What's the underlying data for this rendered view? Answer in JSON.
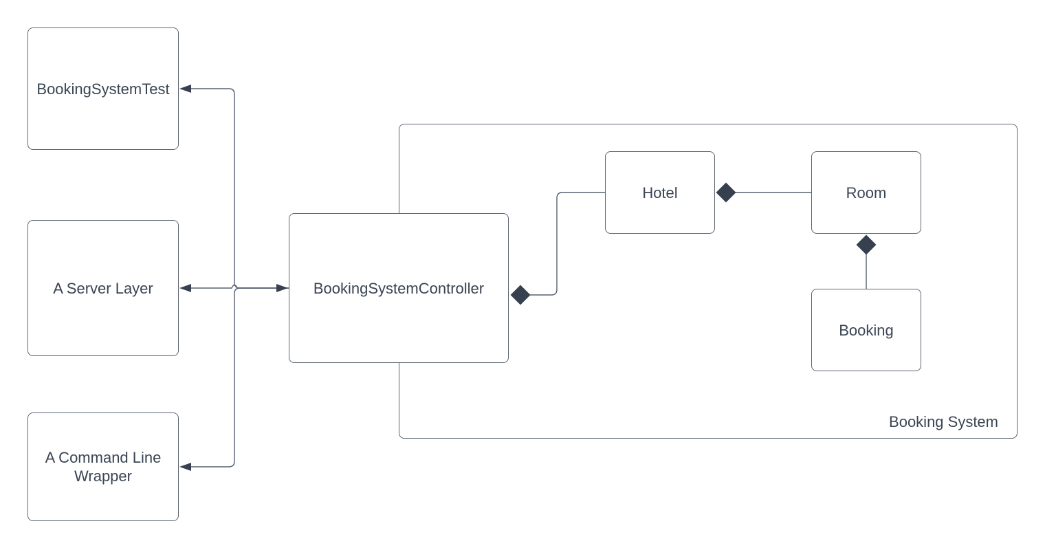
{
  "diagram": {
    "container": {
      "label": "Booking System"
    },
    "nodes": [
      {
        "id": "booking-system-test",
        "label": "BookingSystemTest"
      },
      {
        "id": "a-server-layer",
        "label": "A Server Layer"
      },
      {
        "id": "a-command-line-wrapper",
        "label": "A Command Line Wrapper"
      },
      {
        "id": "booking-system-controller",
        "label": "BookingSystemController"
      },
      {
        "id": "hotel",
        "label": "Hotel"
      },
      {
        "id": "room",
        "label": "Room"
      },
      {
        "id": "booking",
        "label": "Booking"
      }
    ],
    "edges": [
      {
        "from": "booking-system-controller",
        "to": "booking-system-test",
        "type": "arrow"
      },
      {
        "from": "booking-system-controller",
        "to": "a-server-layer",
        "type": "double-arrow"
      },
      {
        "from": "booking-system-controller",
        "to": "a-command-line-wrapper",
        "type": "arrow"
      },
      {
        "from": "booking-system-controller",
        "to": "hotel",
        "type": "composition"
      },
      {
        "from": "hotel",
        "to": "room",
        "type": "composition"
      },
      {
        "from": "room",
        "to": "booking",
        "type": "composition"
      }
    ],
    "colors": {
      "background": "#ffffff",
      "node_fill": "#ffffff",
      "node_border": "#5a6470",
      "connector": "#556070",
      "marker_fill": "#36404e",
      "text": "#3a4453"
    }
  }
}
